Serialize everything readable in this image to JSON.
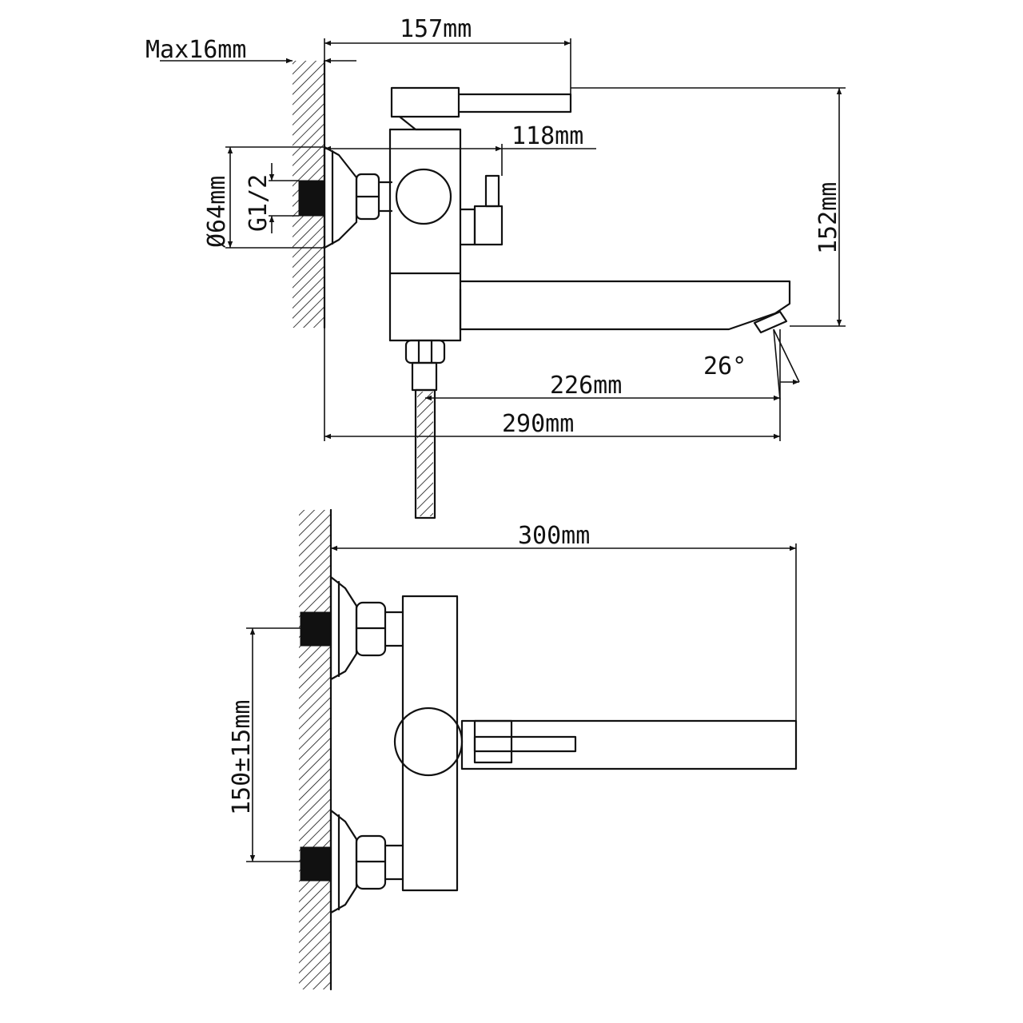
{
  "side_view": {
    "dim_max_wall": "Max16mm",
    "dim_spout_reach": "157mm",
    "dim_body_offset": "118mm",
    "dim_flange_dia": "Ø64mm",
    "dim_thread": "G1/2",
    "dim_total_height": "152mm",
    "dim_spout_angle": "26°",
    "dim_outlet_to_spout": "226mm",
    "dim_wall_to_spout": "290mm"
  },
  "top_view": {
    "dim_total_length": "300mm",
    "dim_inlet_spacing": "150±15mm"
  },
  "colors": {
    "ink": "#111111",
    "paper": "#ffffff"
  }
}
